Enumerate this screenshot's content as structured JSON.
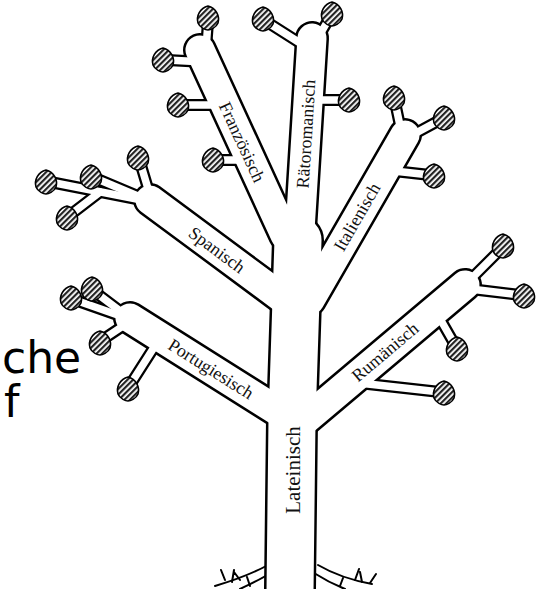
{
  "diagram": {
    "labels": [
      "Französisch",
      "Rätoromanisch",
      "Spanisch",
      "Italienisch",
      "Portugiesisch",
      "Rumänisch",
      "Lateinisch",
      "che",
      "f"
    ]
  }
}
